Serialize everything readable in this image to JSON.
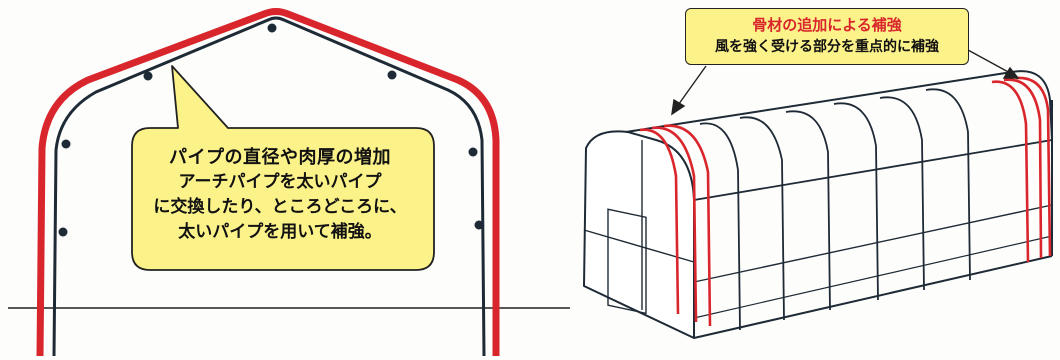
{
  "left_panel": {
    "callout": {
      "title": "パイプの直径や肉厚の増加",
      "lines": [
        "アーチパイプを太いパイプ",
        "に交換したり、ところどころに、",
        "太いパイプを用いて補強。"
      ]
    }
  },
  "right_panel": {
    "label": {
      "title": "骨材の追加による補強",
      "body": "風を強く受ける部分を重点的に補強"
    }
  },
  "colors": {
    "reinforcement": "#d9262c",
    "frame": "#1e2a36",
    "callout_fill": "#fbf28a",
    "outline": "#222222"
  }
}
